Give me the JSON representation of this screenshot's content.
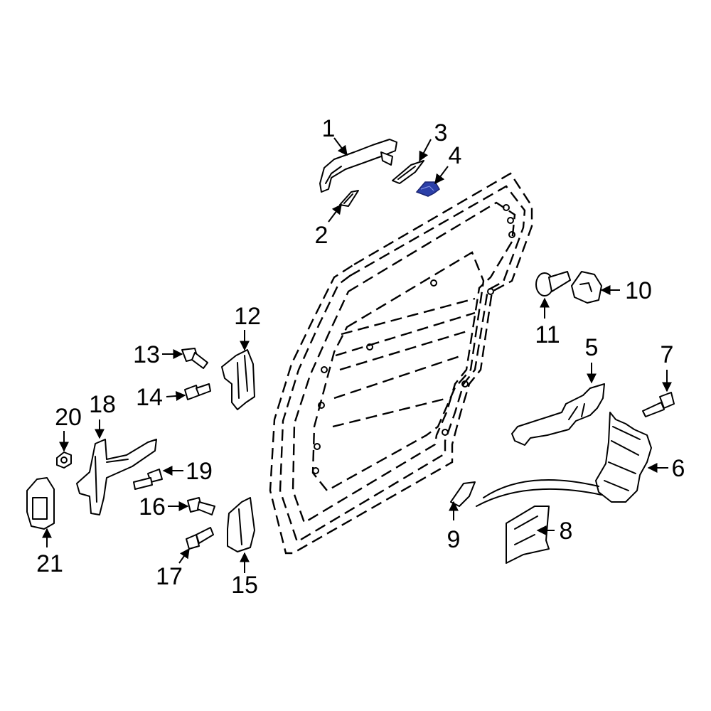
{
  "diagram": {
    "callouts": {
      "c1": "1",
      "c2": "2",
      "c3": "3",
      "c4": "4",
      "c5": "5",
      "c6": "6",
      "c7": "7",
      "c8": "8",
      "c9": "9",
      "c10": "10",
      "c11": "11",
      "c12": "12",
      "c13": "13",
      "c14": "14",
      "c15": "15",
      "c16": "16",
      "c17": "17",
      "c18": "18",
      "c19": "19",
      "c20": "20",
      "c21": "21"
    },
    "highlight_color": "#2b3fa8"
  }
}
